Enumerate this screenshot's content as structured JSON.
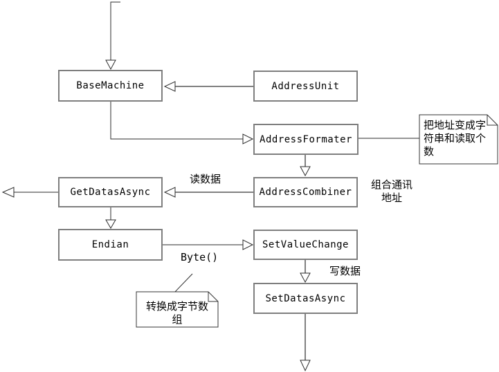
{
  "diagram": {
    "nodes": [
      {
        "id": "base-machine",
        "label": "BaseMachine"
      },
      {
        "id": "address-unit",
        "label": "AddressUnit"
      },
      {
        "id": "address-formater",
        "label": "AddressFormater"
      },
      {
        "id": "get-datas-async",
        "label": "GetDatasAsync"
      },
      {
        "id": "address-combiner",
        "label": "AddressCombiner"
      },
      {
        "id": "endian",
        "label": "Endian"
      },
      {
        "id": "set-value-change",
        "label": "SetValueChange"
      },
      {
        "id": "set-datas-async",
        "label": "SetDatasAsync"
      }
    ],
    "notes": [
      {
        "id": "note-address-formater",
        "text": "把地址变成字符串和读取个数",
        "attached_to": "AddressFormater"
      },
      {
        "id": "note-endian-byte",
        "text": "转换成字节数组",
        "attached_to": "Byte()"
      }
    ],
    "edge_labels": [
      {
        "id": "read-data",
        "text": "读数据"
      },
      {
        "id": "combine-address",
        "text": "组合通讯地址"
      },
      {
        "id": "byte-call",
        "text": "Byte()"
      },
      {
        "id": "write-data",
        "text": "写数据"
      }
    ],
    "edges": [
      {
        "from": "top",
        "to": "BaseMachine",
        "style": "thin-black-arrow"
      },
      {
        "from": "AddressUnit",
        "to": "BaseMachine",
        "style": "gray-arrow"
      },
      {
        "from": "BaseMachine",
        "to": "AddressFormater",
        "style": "thin-black-arrow"
      },
      {
        "from": "AddressFormater",
        "to": "note",
        "style": "plain-line"
      },
      {
        "from": "AddressFormater",
        "to": "AddressCombiner",
        "style": "gray-arrow"
      },
      {
        "from": "AddressCombiner",
        "to": "GetDatasAsync",
        "style": "gray-arrow",
        "label": "读数据"
      },
      {
        "from": "GetDatasAsync",
        "to": "left-edge",
        "style": "thin-black-arrow"
      },
      {
        "from": "GetDatasAsync",
        "to": "Endian",
        "style": "thin-black-arrow"
      },
      {
        "from": "Endian",
        "to": "SetValueChange",
        "style": "thin-black-arrow",
        "label": "Byte()"
      },
      {
        "from": "SetValueChange",
        "to": "SetDatasAsync",
        "style": "gray-arrow",
        "label": "写数据"
      },
      {
        "from": "SetDatasAsync",
        "to": "bottom",
        "style": "gray-arrow"
      }
    ],
    "colors": {
      "background": "#ffffff",
      "box_border": "#7e7e7e",
      "thin_line": "#2b2b2b",
      "gray_line": "#808080",
      "text": "#000000"
    }
  }
}
